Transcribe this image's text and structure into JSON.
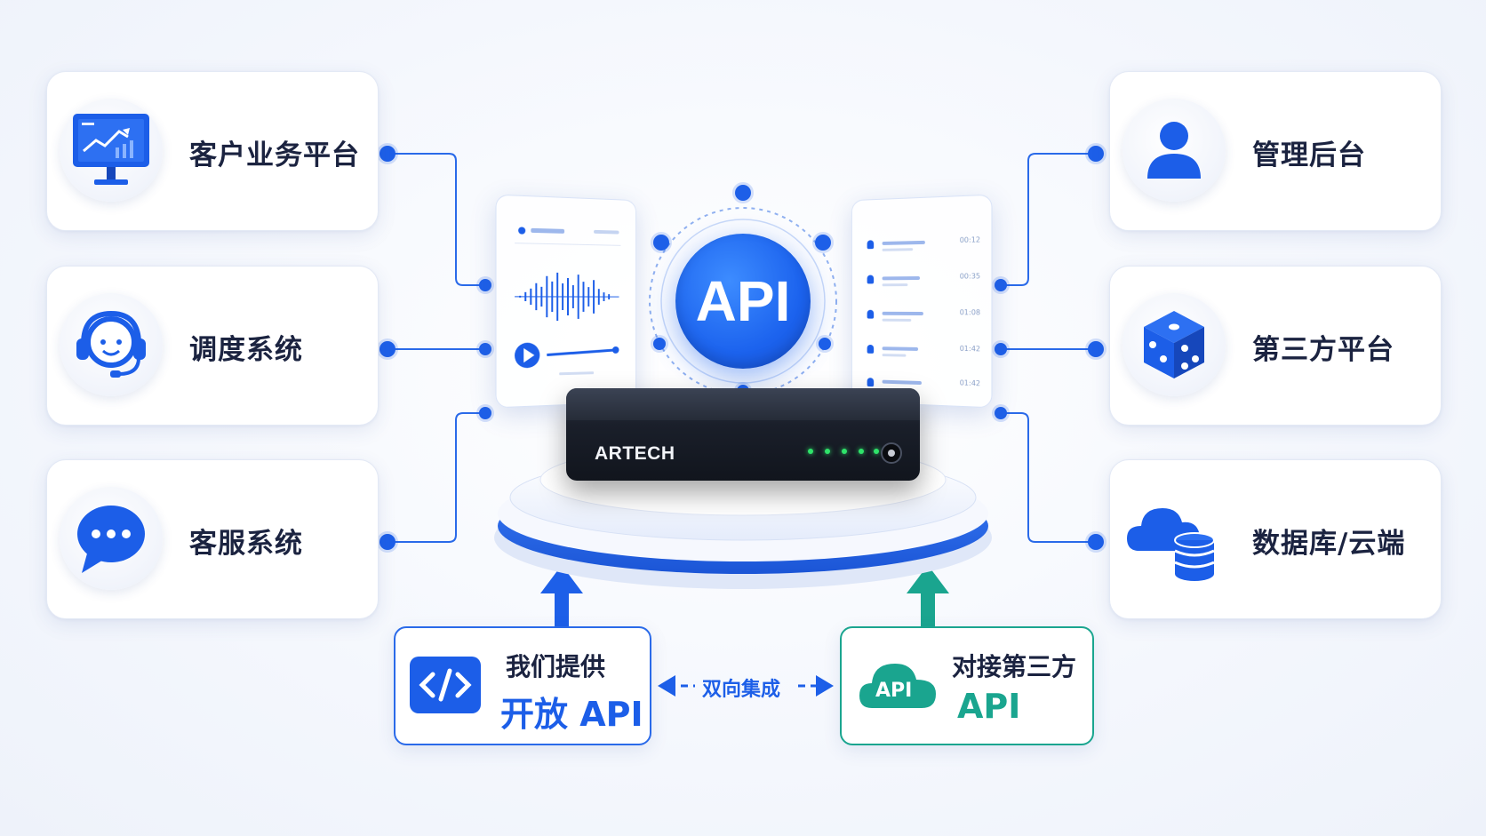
{
  "left_cards": [
    {
      "label": "客户业务平台",
      "icon": "monitor-chart-icon"
    },
    {
      "label": "调度系统",
      "icon": "headset-agent-icon"
    },
    {
      "label": "客服系统",
      "icon": "chat-bubble-icon"
    }
  ],
  "right_cards": [
    {
      "label": "管理后台",
      "icon": "user-icon"
    },
    {
      "label": "第三方平台",
      "icon": "cube-icon"
    },
    {
      "label": "数据库/云端",
      "icon": "cloud-database-icon"
    }
  ],
  "center": {
    "api_label": "API",
    "device_brand": "ARTECH"
  },
  "right_panel": {
    "timestamps": [
      "00:12",
      "00:35",
      "01:08",
      "01:42",
      "01:42"
    ]
  },
  "bottom": {
    "left": {
      "line1": "我们提供",
      "line2": "开放 API",
      "icon": "code-icon"
    },
    "middle": "双向集成",
    "right": {
      "line1": "对接第三方",
      "line2": "API",
      "badge": "API",
      "icon": "cloud-api-icon"
    }
  },
  "colors": {
    "primary_blue": "#1d5fe8",
    "teal": "#1aa58f",
    "text_dark": "#1b2340"
  }
}
